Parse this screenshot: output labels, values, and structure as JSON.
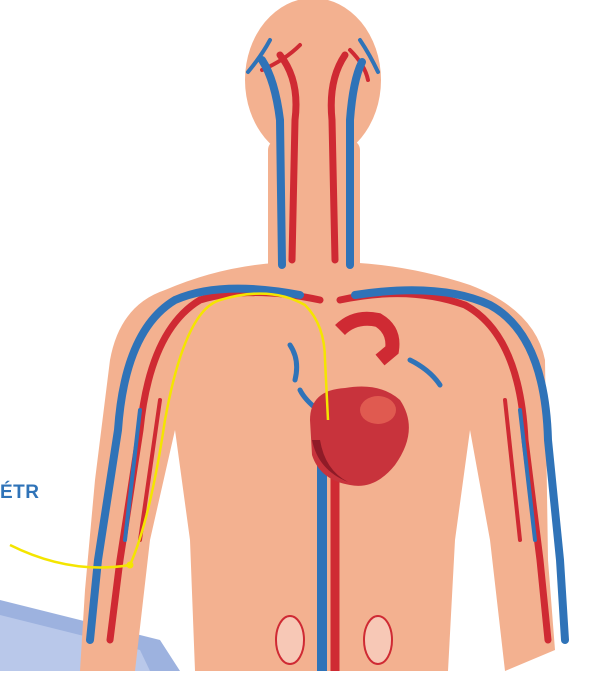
{
  "diagram": {
    "label_text": "ÉTR",
    "colors": {
      "skin": "#f3b190",
      "artery": "#cf2a33",
      "vein": "#2f73b8",
      "heart": "#c8333c",
      "heart_dark": "#8f1b27",
      "catheter": "#f4e500",
      "sheet": "#9db2df"
    },
    "parts": [
      "head",
      "neck",
      "torso",
      "left-arm",
      "right-arm",
      "heart",
      "aorta",
      "vena-cava",
      "kidneys",
      "catheter"
    ]
  }
}
